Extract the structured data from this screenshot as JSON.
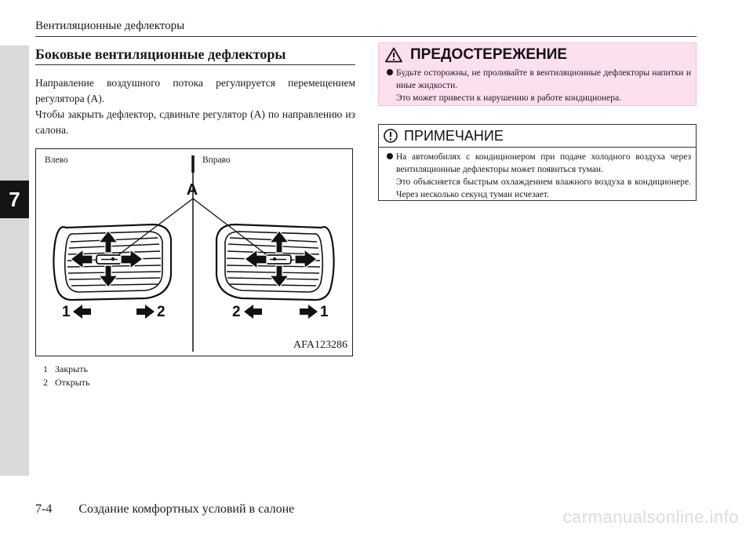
{
  "header": {
    "running_title": "Вентиляционные дефлекторы"
  },
  "chapter_tab": "7",
  "section": {
    "title": "Боковые вентиляционные дефлекторы",
    "paragraph1": "Направление воздушного потока регулируется перемещением регулятора (А).",
    "paragraph2": "Чтобы закрыть дефлектор, сдвиньте регулятор (А) по направлению из салона."
  },
  "figure": {
    "left_label": "Влево",
    "right_label": "Вправо",
    "callout": "A",
    "left_num_a": "1",
    "left_num_b": "2",
    "right_num_a": "2",
    "right_num_b": "1",
    "code": "AFA123286"
  },
  "legend": [
    {
      "num": "1",
      "text": "Закрыть"
    },
    {
      "num": "2",
      "text": "Открыть"
    }
  ],
  "warning": {
    "title": "ПРЕДОСТЕРЕЖЕНИЕ",
    "line1": "Будьте осторожны, не проливайте в вентиляционные дефлекторы напитки и иные жидкости.",
    "line2": "Это может привести к нарушению в работе кондиционера."
  },
  "note": {
    "title": "ПРИМЕЧАНИЕ",
    "line1": "На автомобилях с кондиционером при подаче холодного воздуха через вентиляционные дефлекторы может появиться туман.",
    "line2": "Это объясняется быстрым охлаждением влажного воздуха в кондиционере. Через несколько секунд туман исчезает."
  },
  "footer": {
    "page_number": "7-4",
    "chapter_title": "Создание комфортных условий в салоне"
  },
  "watermark": "carmanualsonline.info"
}
